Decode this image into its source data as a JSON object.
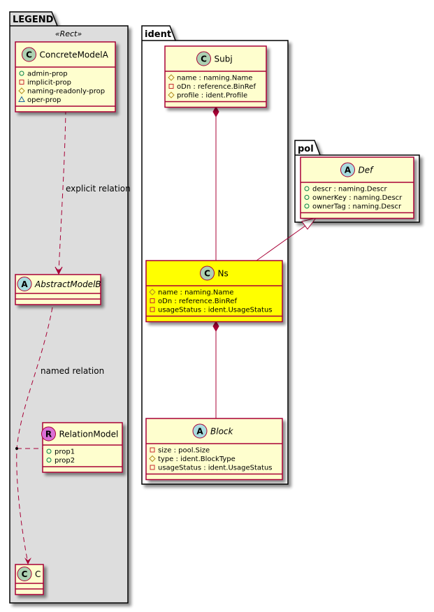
{
  "colors": {
    "class_fill": "#FEFECE",
    "class_border": "#A80036",
    "highlight_fill": "#FFFF00",
    "legend_fill": "#DDDDDD",
    "package_fill": "#FFFFFF",
    "circle_class": "#ADD1B2",
    "circle_abstract": "#A9DCDF",
    "circle_relation": "#DA70D6",
    "vis_public": "#038048",
    "vis_private": "#C82930",
    "vis_protected": "#B38D22",
    "vis_package": "#1963A0"
  },
  "packages": {
    "legend": {
      "title": "LEGEND",
      "stereotype": "«Rect»",
      "classes": {
        "concrete": {
          "kind": "C",
          "name": "ConcreteModelA",
          "attributes": [
            {
              "visibility": "public",
              "text": "admin-prop"
            },
            {
              "visibility": "private",
              "text": "implicit-prop"
            },
            {
              "visibility": "protected",
              "text": "naming-readonly-prop"
            },
            {
              "visibility": "package",
              "text": "oper-prop"
            }
          ]
        },
        "abstract": {
          "kind": "A",
          "name": "AbstractModelB",
          "attributes": []
        },
        "relation": {
          "kind": "R",
          "name": "RelationModel",
          "attributes": [
            {
              "visibility": "public",
              "text": "prop1"
            },
            {
              "visibility": "public",
              "text": "prop2"
            }
          ]
        },
        "c": {
          "kind": "C",
          "name": "C",
          "attributes": []
        }
      },
      "relations": {
        "explicit": "explicit relation",
        "named": "named relation"
      }
    },
    "ident": {
      "title": "ident",
      "classes": {
        "subj": {
          "kind": "C",
          "name": "Subj",
          "attributes": [
            {
              "visibility": "protected",
              "text": "name : naming.Name"
            },
            {
              "visibility": "private",
              "text": "oDn : reference.BinRef"
            },
            {
              "visibility": "protected",
              "text": "profile : ident.Profile"
            }
          ]
        },
        "ns": {
          "kind": "C",
          "name": "Ns",
          "highlighted": true,
          "attributes": [
            {
              "visibility": "protected",
              "text": "name : naming.Name"
            },
            {
              "visibility": "private",
              "text": "oDn : reference.BinRef"
            },
            {
              "visibility": "private",
              "text": "usageStatus : ident.UsageStatus"
            }
          ]
        },
        "block": {
          "kind": "A",
          "name": "Block",
          "attributes": [
            {
              "visibility": "private",
              "text": "size : pool.Size"
            },
            {
              "visibility": "protected",
              "text": "type : ident.BlockType"
            },
            {
              "visibility": "private",
              "text": "usageStatus : ident.UsageStatus"
            }
          ]
        }
      }
    },
    "pol": {
      "title": "pol",
      "classes": {
        "def": {
          "kind": "A",
          "name": "Def",
          "attributes": [
            {
              "visibility": "public",
              "text": "descr : naming.Descr"
            },
            {
              "visibility": "public",
              "text": "ownerKey : naming.Descr"
            },
            {
              "visibility": "public",
              "text": "ownerTag : naming.Descr"
            }
          ]
        }
      }
    }
  },
  "edges": [
    {
      "from": "Subj",
      "to": "Ns",
      "type": "composition"
    },
    {
      "from": "Ns",
      "to": "Block",
      "type": "composition"
    },
    {
      "from": "Ns",
      "to": "Def",
      "type": "generalization"
    },
    {
      "from": "ConcreteModelA",
      "to": "AbstractModelB",
      "type": "dependency",
      "label": "explicit relation"
    },
    {
      "from": "AbstractModelB",
      "to": "C",
      "type": "dependency",
      "label": "named relation",
      "association_class": "RelationModel"
    }
  ]
}
